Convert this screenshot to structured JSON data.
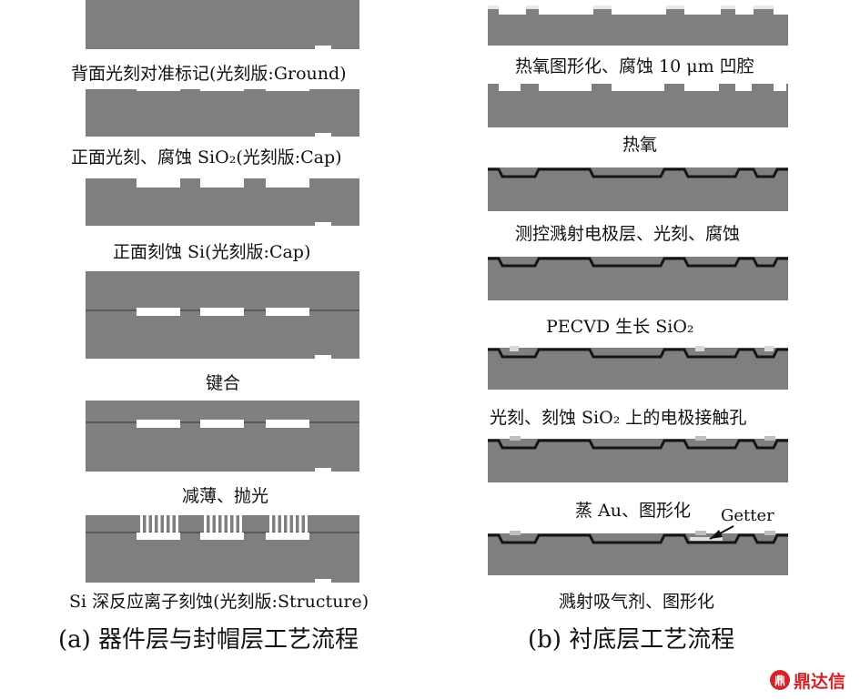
{
  "colors": {
    "substrate": "#7f7f7f",
    "interface": "#5a5a5a",
    "cavity": "#ffffff",
    "electrode": "#151515",
    "logo_red": "#d2232a"
  },
  "left_column": {
    "caption": "(a) 器件层与封帽层工艺流程",
    "steps": [
      {
        "label": "背面光刻对准标记(光刻版:Ground)"
      },
      {
        "label": "正面光刻、腐蚀 SiO₂(光刻版:Cap)"
      },
      {
        "label": "正面刻蚀 Si(光刻版:Cap)"
      },
      {
        "label": "键合"
      },
      {
        "label": "减薄、抛光"
      },
      {
        "label": "Si 深反应离子刻蚀(光刻版:Structure)"
      }
    ]
  },
  "right_column": {
    "caption": "(b) 衬底层工艺流程",
    "steps": [
      {
        "label": "热氧图形化、腐蚀 10 μm 凹腔"
      },
      {
        "label": "热氧"
      },
      {
        "label": "测控溅射电极层、光刻、腐蚀"
      },
      {
        "label": "PECVD 生长 SiO₂"
      },
      {
        "label": "光刻、刻蚀 SiO₂ 上的电极接触孔"
      },
      {
        "label": "蒸 Au、图形化"
      },
      {
        "label": "溅射吸气剂、图形化"
      }
    ],
    "getter_label": "Getter"
  },
  "watermark": {
    "icon": "speech-bubble-logo-icon",
    "icon_glyph": "鼎",
    "text": "鼎达信"
  }
}
